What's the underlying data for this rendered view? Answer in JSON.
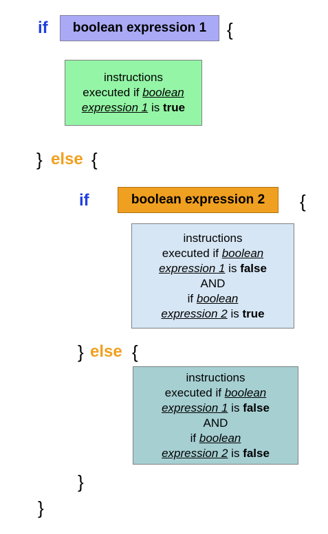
{
  "outer": {
    "if_keyword": "if",
    "condition": "boolean expression 1",
    "open_brace": "{",
    "else_close": "}",
    "else_keyword": "else",
    "else_open": "{",
    "final_close": "}"
  },
  "block1": {
    "line1": "instructions",
    "line2_prefix": "executed if ",
    "line2_em": "boolean",
    "line3_em": "expression 1",
    "line3_mid": " is ",
    "line3_bold": "true"
  },
  "inner": {
    "if_keyword": "if",
    "condition": "boolean expression 2",
    "open_brace": "{",
    "else_close": "}",
    "else_keyword": "else",
    "else_open": "{",
    "final_close": "}"
  },
  "block2": {
    "line1": "instructions",
    "line2_prefix": "executed if ",
    "line2_em": "boolean",
    "line3_em": "expression 1",
    "line3_mid": " is ",
    "line3_bold": "false",
    "line4": "AND",
    "line5_prefix": "if ",
    "line5_em": "boolean",
    "line6_em": "expression 2",
    "line6_mid": " is ",
    "line6_bold": "true"
  },
  "block3": {
    "line1": "instructions",
    "line2_prefix": "executed if ",
    "line2_em": "boolean",
    "line3_em": "expression 1",
    "line3_mid": " is ",
    "line3_bold": "false",
    "line4": "AND",
    "line5_prefix": "if ",
    "line5_em": "boolean",
    "line6_em": "expression 2",
    "line6_mid": " is ",
    "line6_bold": "false"
  },
  "colors": {
    "if_keyword": "#1f3fe0",
    "else_keyword": "#f0a020",
    "condition1_fill": "#a9a9f5",
    "condition2_fill": "#f0a020",
    "block1_fill": "#94f5a6",
    "block2_fill": "#d6e6f4",
    "block3_fill": "#a6cfd2"
  }
}
